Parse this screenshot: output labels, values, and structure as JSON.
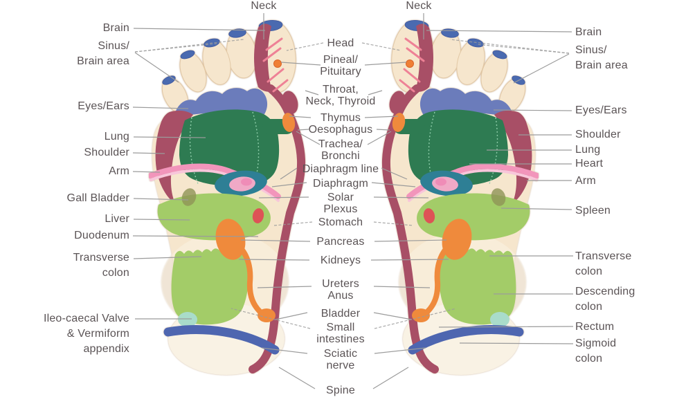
{
  "colors": {
    "background": "#ffffff",
    "skin": "#f6e6cd",
    "skin_pale": "#f9f2e4",
    "toe_outline": "#e2c8a5",
    "nail_blue": "#4a6ab0",
    "zone_purple": "#6b7cbb",
    "zone_maroon": "#a84f66",
    "zone_dark_green": "#2e7b52",
    "zone_pink": "#f295bb",
    "zone_teal": "#2e7f95",
    "zone_light_green": "#a3cc68",
    "zone_orange": "#ef8a3c",
    "zone_red": "#dd5356",
    "zone_olive": "#8e9456",
    "zone_ileo_teal": "#a9dcca",
    "zone_sciatic_blue": "#4e66b0",
    "label_text": "#5a5355",
    "leader_line": "#9b9b9b"
  },
  "labels": {
    "left": [
      {
        "id": "brain",
        "text": "Brain"
      },
      {
        "id": "sinus-brain-area",
        "text": "Sinus/\nBrain area"
      },
      {
        "id": "eyes-ears",
        "text": "Eyes/Ears"
      },
      {
        "id": "lung",
        "text": "Lung"
      },
      {
        "id": "shoulder",
        "text": "Shoulder"
      },
      {
        "id": "arm",
        "text": "Arm"
      },
      {
        "id": "gall-bladder",
        "text": "Gall Bladder"
      },
      {
        "id": "liver",
        "text": "Liver"
      },
      {
        "id": "duodenum",
        "text": "Duodenum"
      },
      {
        "id": "transverse-colon",
        "text": "Transverse\ncolon"
      },
      {
        "id": "ileo-caecal",
        "text": "Ileo-caecal Valve\n& Vermiform\nappendix"
      }
    ],
    "center": [
      {
        "id": "neck-left",
        "text": "Neck"
      },
      {
        "id": "neck-right",
        "text": "Neck"
      },
      {
        "id": "head",
        "text": "Head"
      },
      {
        "id": "pineal-pituitary",
        "text": "Pineal/\nPituitary"
      },
      {
        "id": "throat-neck-thyroid",
        "text": "Throat,\nNeck, Thyroid"
      },
      {
        "id": "thymus",
        "text": "Thymus"
      },
      {
        "id": "oesophagus",
        "text": "Oesophagus"
      },
      {
        "id": "trachea-bronchi",
        "text": "Trachea/\nBronchi"
      },
      {
        "id": "diaphragm-line",
        "text": "Diaphragm line"
      },
      {
        "id": "diaphragm",
        "text": "Diaphragm"
      },
      {
        "id": "solar-plexus",
        "text": "Solar\nPlexus"
      },
      {
        "id": "stomach",
        "text": "Stomach"
      },
      {
        "id": "pancreas",
        "text": "Pancreas"
      },
      {
        "id": "kidneys",
        "text": "Kidneys"
      },
      {
        "id": "ureters-anus",
        "text": "Ureters\nAnus"
      },
      {
        "id": "bladder",
        "text": "Bladder"
      },
      {
        "id": "small-intestines",
        "text": "Small\nintestines"
      },
      {
        "id": "sciatic-nerve",
        "text": "Sciatic\nnerve"
      },
      {
        "id": "spine",
        "text": "Spine"
      }
    ],
    "right": [
      {
        "id": "brain",
        "text": "Brain"
      },
      {
        "id": "sinus-brain-area",
        "text": "Sinus/\nBrain area"
      },
      {
        "id": "eyes-ears",
        "text": "Eyes/Ears"
      },
      {
        "id": "shoulder",
        "text": "Shoulder"
      },
      {
        "id": "lung",
        "text": "Lung"
      },
      {
        "id": "heart",
        "text": "Heart"
      },
      {
        "id": "arm",
        "text": "Arm"
      },
      {
        "id": "spleen",
        "text": "Spleen"
      },
      {
        "id": "transverse-colon",
        "text": "Transverse\ncolon"
      },
      {
        "id": "descending-colon",
        "text": "Descending\ncolon"
      },
      {
        "id": "rectum",
        "text": "Rectum"
      },
      {
        "id": "sigmoid-colon",
        "text": "Sigmoid\ncolon"
      }
    ]
  }
}
